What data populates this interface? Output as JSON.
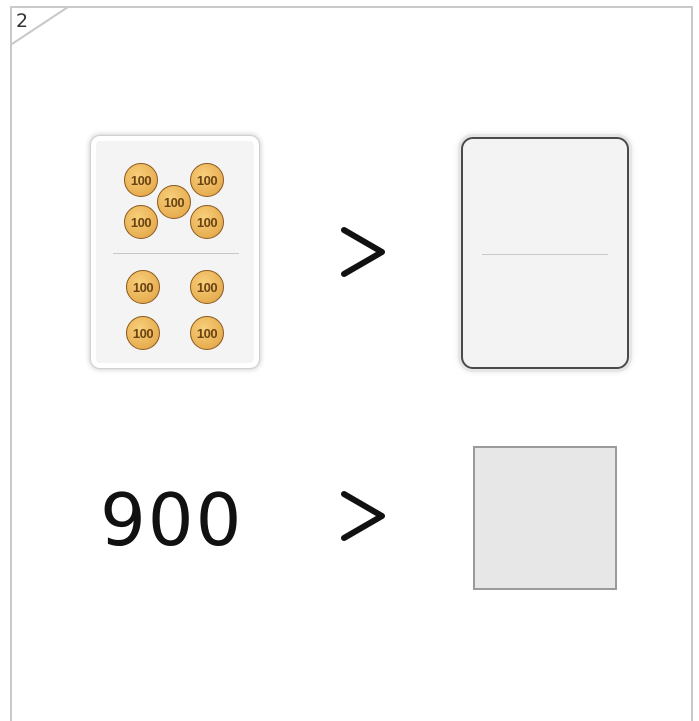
{
  "page": {
    "number": "2"
  },
  "row1": {
    "coin_label": "100",
    "top_coins": [
      "100",
      "100",
      "100",
      "100",
      "100"
    ],
    "bottom_coins": [
      "100",
      "100",
      "100",
      "100"
    ],
    "comparison": "greater-than"
  },
  "row2": {
    "number": "900",
    "comparison": "greater-than"
  },
  "colors": {
    "coin": "#e8ae52",
    "coin_border": "#8a5a1e",
    "answer_box": "#e7e7e8"
  }
}
